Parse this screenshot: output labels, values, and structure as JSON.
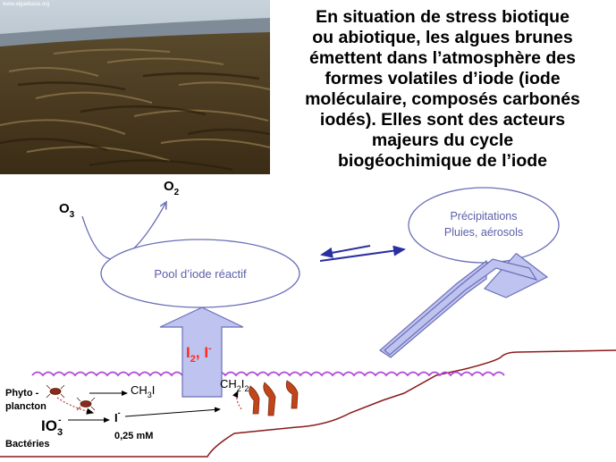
{
  "photo": {
    "watermark": "www.algaebase.org"
  },
  "headline": {
    "lines": [
      "En situation de stress biotique",
      "ou abiotique, les algues brunes",
      "émettent dans l’atmosphère des",
      "formes volatiles d’iode (iode",
      "moléculaire, composés carbonés",
      "iodés). Elles sont des acteurs",
      "majeurs du cycle",
      "biogéochimique de l’iode"
    ]
  },
  "atmosphere": {
    "o3": "O",
    "o3_sub": "3",
    "o2": "O",
    "o2_sub": "2"
  },
  "pool": {
    "label": "Pool d’iode réactif"
  },
  "precipitations": {
    "line1": "Précipitations",
    "line2": "Pluies, aérosols"
  },
  "flux": {
    "i2": "I",
    "i2_sub": "2",
    "sep": ", ",
    "i": "I",
    "i_sup": "-"
  },
  "ocean": {
    "ch3i_a": "CH",
    "ch3i_sub": "3",
    "ch3i_b": "I",
    "ch2i2_a": "CH",
    "ch2i2_sub1": "2",
    "ch2i2_b": "I",
    "ch2i2_sub2": "2",
    "phyto_1": "Phyto -",
    "phyto_2": "plancton",
    "io3": "IO",
    "io3_sub": "3",
    "io3_sup": "-",
    "iodide": "I",
    "iodide_sup": "-",
    "conc": "0,25 mM",
    "bacteria": "Bactéries"
  },
  "colors": {
    "ellipse_stroke": "#6a6fb5",
    "ellipse_text": "#5a5fa8",
    "arrow_fill": "#bfc3f0",
    "flux_text": "#ff2a1a",
    "seabed": "#8a1a1a",
    "sea_surface": "#b04ad8",
    "dark_arrow": "#2a2fa0",
    "algae": "#c2451a"
  }
}
